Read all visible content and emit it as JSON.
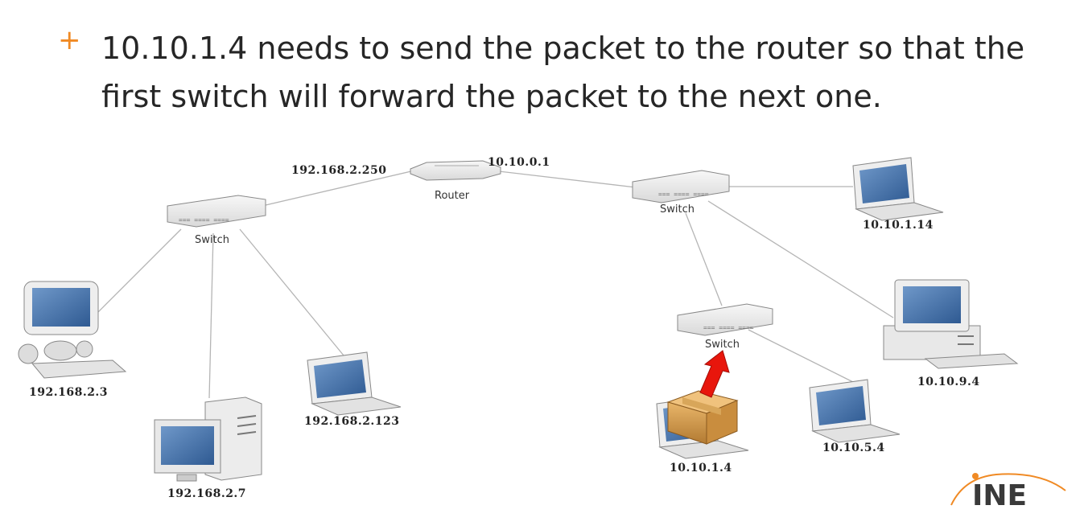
{
  "slide": {
    "bullet_marker": "+",
    "bullet_text": "10.10.1.4 needs to send the packet to the router so that the first switch will forward the packet to the next one."
  },
  "diagram": {
    "router": {
      "label": "Router",
      "ip_left": "192.168.2.250",
      "ip_right": "10.10.0.1"
    },
    "switch_left": {
      "label": "Switch"
    },
    "switch_right_top": {
      "label": "Switch"
    },
    "switch_right_mid": {
      "label": "Switch"
    },
    "hosts": {
      "h_192_168_2_3": "192.168.2.3",
      "h_192_168_2_7": "192.168.2.7",
      "h_192_168_2_123": "192.168.2.123",
      "h_10_10_1_14": "10.10.1.14",
      "h_10_10_9_4": "10.10.9.4",
      "h_10_10_5_4": "10.10.5.4",
      "h_10_10_1_4": "10.10.1.4"
    },
    "arrow_color": "#e8160c",
    "link_color": "#b0b0b0"
  },
  "logo": {
    "text": "INE",
    "accent": "#f08a24"
  }
}
